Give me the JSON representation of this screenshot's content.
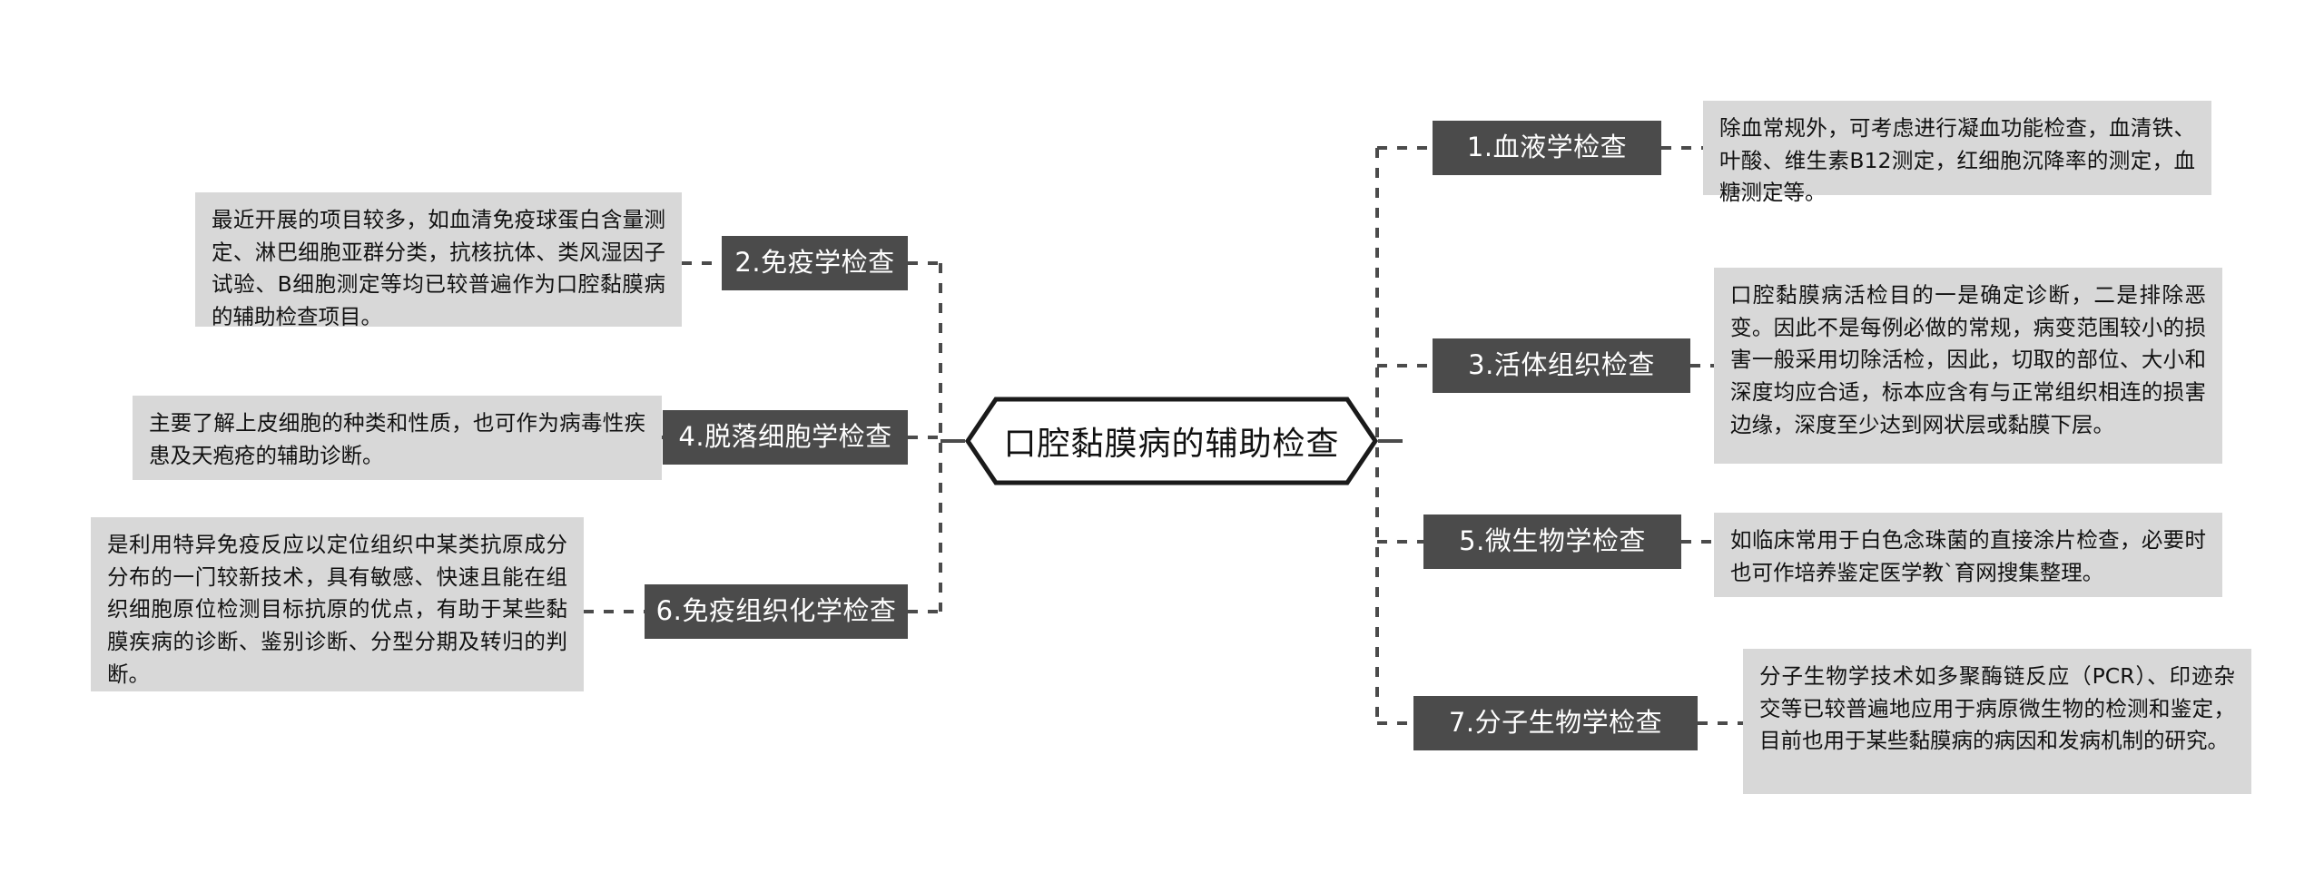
{
  "center": {
    "label": "口腔黏膜病的辅助检查"
  },
  "colors": {
    "node_fill": "#4b4b4b",
    "node_text": "#ffffff",
    "desc_fill": "#d8d8d8",
    "desc_text": "#111111",
    "connector": "#4b4b4b",
    "page_background": "#ffffff"
  },
  "branches": [
    {
      "id": "1",
      "side": "right",
      "label": "1.血液学检查",
      "description": "除血常规外，可考虑进行凝血功能检查，血清铁、叶酸、维生素B12测定，红细胞沉降率的测定，血糖测定等。"
    },
    {
      "id": "2",
      "side": "left",
      "label": "2.免疫学检查",
      "description": "最近开展的项目较多，如血清免疫球蛋白含量测定、淋巴细胞亚群分类，抗核抗体、类风湿因子试验、B细胞测定等均已较普遍作为口腔黏膜病的辅助检查项目。"
    },
    {
      "id": "3",
      "side": "right",
      "label": "3.活体组织检查",
      "description": "口腔黏膜病活检目的一是确定诊断，二是排除恶变。因此不是每例必做的常规，病变范围较小的损害一般采用切除活检，因此，切取的部位、大小和深度均应合适，标本应含有与正常组织相连的损害边缘，深度至少达到网状层或黏膜下层。"
    },
    {
      "id": "4",
      "side": "left",
      "label": "4.脱落细胞学检查",
      "description": "主要了解上皮细胞的种类和性质，也可作为病毒性疾患及天疱疮的辅助诊断。"
    },
    {
      "id": "5",
      "side": "right",
      "label": "5.微生物学检查",
      "description": "如临床常用于白色念珠菌的直接涂片检查，必要时也可作培养鉴定医学教`育网搜集整理。"
    },
    {
      "id": "6",
      "side": "left",
      "label": "6.免疫组织化学检查",
      "description": "是利用特异免疫反应以定位组织中某类抗原成分分布的一门较新技术，具有敏感、快速且能在组织细胞原位检测目标抗原的优点，有助于某些黏膜疾病的诊断、鉴别诊断、分型分期及转归的判断。"
    },
    {
      "id": "7",
      "side": "right",
      "label": "7.分子生物学检查",
      "description": "分子生物学技术如多聚酶链反应（PCR）、印迹杂交等已较普遍地应用于病原微生物的检测和鉴定，目前也用于某些黏膜病的病因和发病机制的研究。"
    }
  ]
}
